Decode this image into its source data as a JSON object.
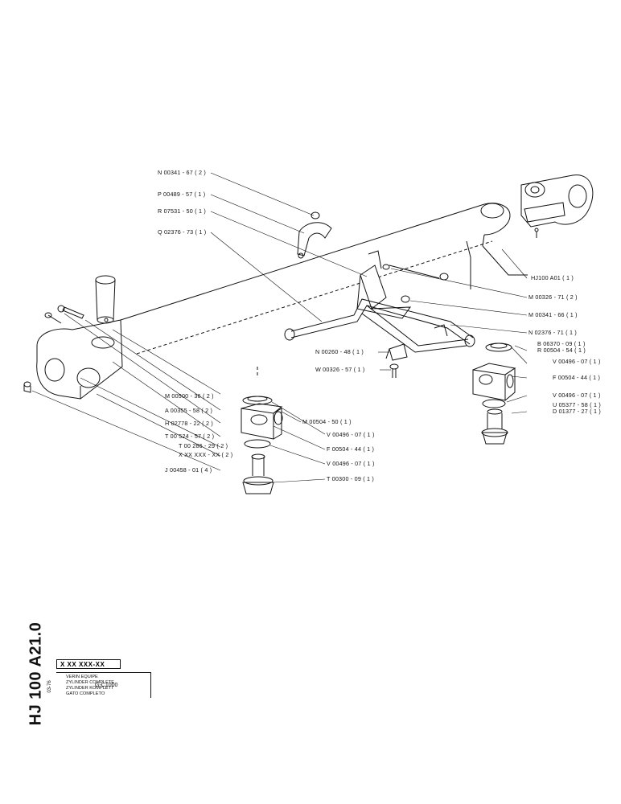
{
  "drawing_code": "HJ 100 A21.0",
  "drawing_date": "03-76",
  "title_block": {
    "part_code": "X XX XXX-XX",
    "lines": [
      "VERIN EQUIPE",
      "ZYLINDER COMPLETE",
      "ZYLINDER KOMPLETT",
      "GATO COMPLETO"
    ],
    "model": "G-C1000"
  },
  "callouts": {
    "left": [
      {
        "id": "n00341_67",
        "text": "N 00341 - 67 ( 2 )"
      },
      {
        "id": "p00489_57",
        "text": "P 00489 - 57 ( 1 )"
      },
      {
        "id": "r07531_50",
        "text": "R 07531 - 50 ( 1 )"
      },
      {
        "id": "q02376_73",
        "text": "Q 02376 - 73 ( 1 )"
      }
    ],
    "right": [
      {
        "id": "hj100_a01",
        "text": "HJ100  A01 ( 1 )"
      },
      {
        "id": "m00326_71",
        "text": "M 00326 - 71 ( 2 )"
      },
      {
        "id": "m00341_66",
        "text": "M 00341 - 66 ( 1 )"
      },
      {
        "id": "n02376_71",
        "text": "N 02376 - 71 ( 1 )"
      },
      {
        "id": "b06370_09",
        "text": "B 06370 - 09 ( 1 )"
      },
      {
        "id": "r00504_54",
        "text": "R 00504 - 54 ( 1 )"
      },
      {
        "id": "v00496_07_a",
        "text": "V 00496 - 07 ( 1 )"
      },
      {
        "id": "f00504_44_a",
        "text": "F 00504 - 44 ( 1 )"
      },
      {
        "id": "v00496_07_b",
        "text": "V 00496 - 07 ( 1 )"
      },
      {
        "id": "u05377_58",
        "text": "U 05377 - 58 ( 1 )"
      },
      {
        "id": "d01377_27",
        "text": "D 01377 - 27 ( 1 )"
      }
    ],
    "middle": [
      {
        "id": "n00260_48",
        "text": "N 00260 - 48 ( 1 )"
      },
      {
        "id": "w00326_57",
        "text": "W 00326 - 57 ( 1 )"
      }
    ],
    "lower": [
      {
        "id": "m00500_36",
        "text": "M 00500 - 36 ( 2 )"
      },
      {
        "id": "a00355_58",
        "text": "A 00355 - 58 ( 2 )"
      },
      {
        "id": "h02778_22",
        "text": "H 02778 - 22 ( 2 )"
      },
      {
        "id": "t00524_57",
        "text": "T 00 524 - 57  ( 2 )"
      },
      {
        "id": "t00286_29",
        "text": "T 00 286 - 29 ( 2 )"
      },
      {
        "id": "xx_xxx_xx",
        "text": "X XX XXX - XX ( 2 )"
      },
      {
        "id": "j00458_01",
        "text": "J 00458 - 01 ( 4 )"
      },
      {
        "id": "m00504_50",
        "text": "M 00504 - 50 ( 1 )"
      },
      {
        "id": "v00496_07_c",
        "text": "V 00496 - 07 ( 1 )"
      },
      {
        "id": "f00504_44_b",
        "text": "F 00504 - 44 ( 1 )"
      },
      {
        "id": "v00496_07_d",
        "text": "V 00496 - 07 ( 1 )"
      },
      {
        "id": "t00300_09",
        "text": "T 00300 - 09 ( 1 )"
      }
    ]
  }
}
